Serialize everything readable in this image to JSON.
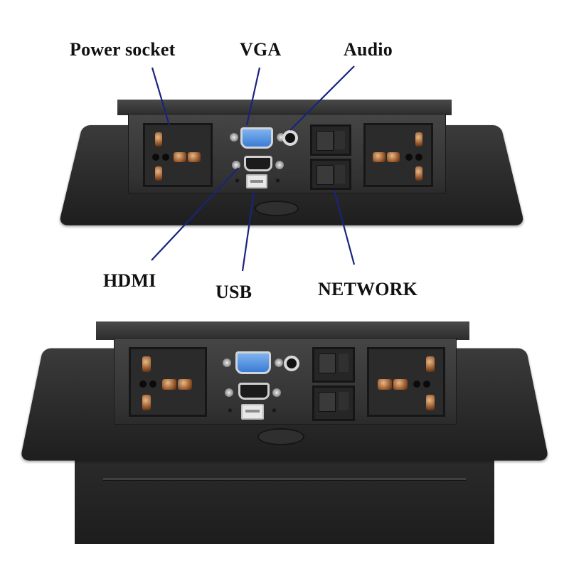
{
  "image": {
    "description": "Pop-up desktop socket box with labeled ports",
    "background_color": "#ffffff"
  },
  "callouts": {
    "power_socket": "Power socket",
    "vga": "VGA",
    "audio": "Audio",
    "hdmi": "HDMI",
    "usb": "USB",
    "network": "NETWORK"
  },
  "colors": {
    "leader_line": "#1a237e",
    "body": "#2b2b2b",
    "vga_port": "#4a88dd",
    "socket_pins": "#b06b36"
  },
  "units": [
    {
      "view": "top",
      "ports": [
        "power-socket-left",
        "vga",
        "audio",
        "hdmi",
        "usb",
        "network-1",
        "network-2",
        "power-socket-right"
      ]
    },
    {
      "view": "bottom",
      "ports": [
        "power-socket-left",
        "vga",
        "audio",
        "hdmi",
        "usb",
        "network-1",
        "network-2",
        "power-socket-right"
      ]
    }
  ]
}
